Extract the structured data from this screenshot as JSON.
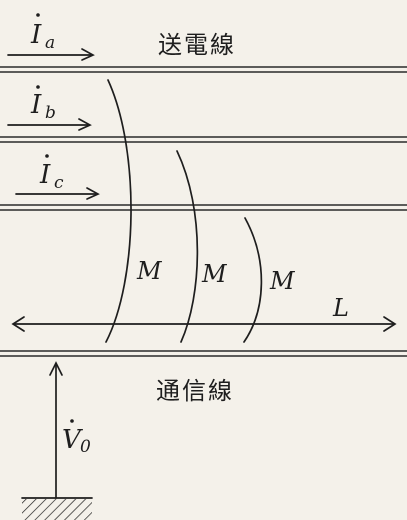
{
  "labels": {
    "transmission_line": "送電線",
    "communication_line": "通信線",
    "mutual_inductance": "M",
    "length": "L",
    "voltage": "V",
    "voltage_sub": "0"
  },
  "currents": [
    {
      "symbol": "I",
      "sub": "a"
    },
    {
      "symbol": "I",
      "sub": "b"
    },
    {
      "symbol": "I",
      "sub": "c"
    }
  ],
  "colors": {
    "paper": "#f4f1ea",
    "ink": "#1e1e1e"
  }
}
